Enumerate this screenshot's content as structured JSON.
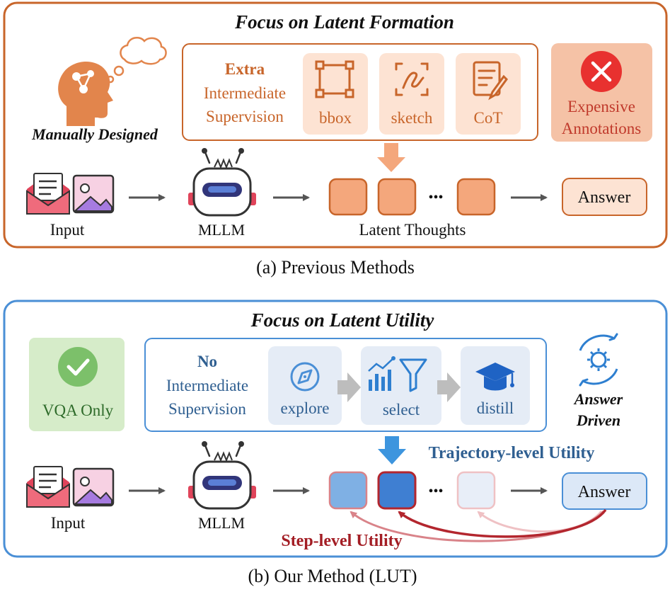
{
  "panel_a": {
    "title": "Focus on Latent Formation",
    "manual_label": "Manually Designed",
    "supervision": {
      "line1": "Extra",
      "line2": "Intermediate",
      "line3": "Supervision"
    },
    "items": [
      {
        "label": "bbox",
        "icon": "bbox-icon"
      },
      {
        "label": "sketch",
        "icon": "sketch-icon"
      },
      {
        "label": "CoT",
        "icon": "cot-icon"
      }
    ],
    "expensive": {
      "line1": "Expensive",
      "line2": "Annotations",
      "icon": "x-circle-icon"
    },
    "input_label": "Input",
    "model_label": "MLLM",
    "thoughts_label": "Latent Thoughts",
    "ellipsis": "•••",
    "answer_label": "Answer",
    "caption": "(a) Previous Methods"
  },
  "panel_b": {
    "title": "Focus on Latent Utility",
    "vqa_label": "VQA Only",
    "supervision": {
      "line1": "No",
      "line2": "Intermediate",
      "line3": "Supervision"
    },
    "steps": [
      {
        "label": "explore",
        "icon": "compass-icon"
      },
      {
        "label": "select",
        "icon": "chart-filter-icon"
      },
      {
        "label": "distill",
        "icon": "graduation-cap-icon"
      }
    ],
    "answer_driven": {
      "line1": "Answer",
      "line2": "Driven",
      "icon": "gear-cycle-icon"
    },
    "input_label": "Input",
    "model_label": "MLLM",
    "trajectory_label": "Trajectory-level Utility",
    "step_label": "Step-level Utility",
    "ellipsis": "•••",
    "answer_label": "Answer",
    "caption": "(b) Our Method (LUT)"
  },
  "colors": {
    "orange": "#c8652a",
    "orange_fill": "#f4a77c",
    "orange_light": "#fde3d3",
    "blue": "#4a8fd6",
    "blue_text": "#2f5f91",
    "blue_light": "#e8eef8",
    "red": "#a31d24",
    "green": "#7cc06a"
  }
}
